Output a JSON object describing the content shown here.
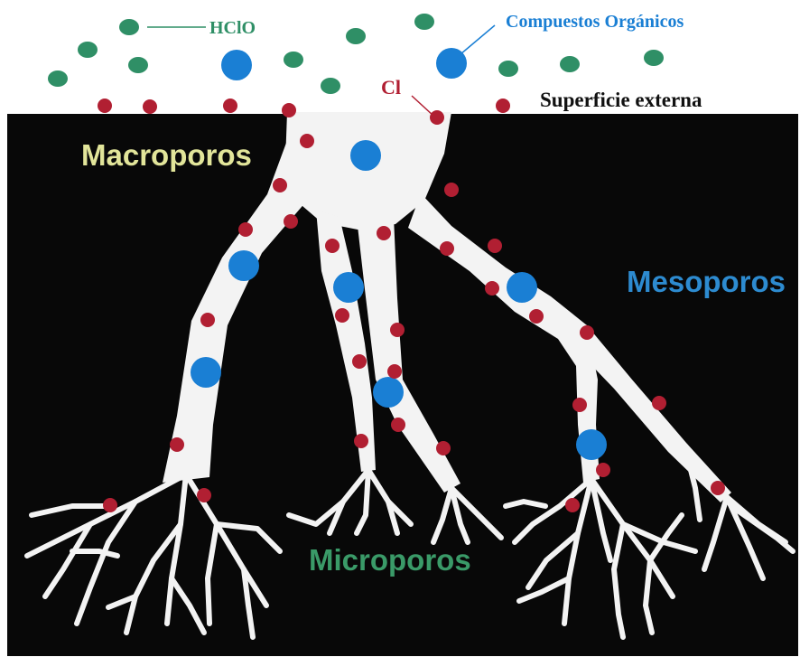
{
  "labels": {
    "hclo": "HClO",
    "organic": "Compuestos Orgánicos",
    "chlorine": "Cl",
    "external_surface": "Superficie externa",
    "macropores": "Macroporos",
    "mesopores": "Mesoporos",
    "micropores": "Microporos"
  },
  "colors": {
    "background": "#ffffff",
    "carbon": "#080808",
    "pore": "#f3f3f3",
    "hclo": "#2f8f66",
    "organic": "#1a7fd4",
    "chlorine": "#b11f32",
    "macropores_text": "#e2e59a",
    "mesopores_text": "#2d8bd0",
    "micropores_text": "#3a9a68"
  },
  "legend_markers": {
    "hclo": "green-molecule",
    "organic": "blue-molecule",
    "chlorine": "red-atom"
  }
}
